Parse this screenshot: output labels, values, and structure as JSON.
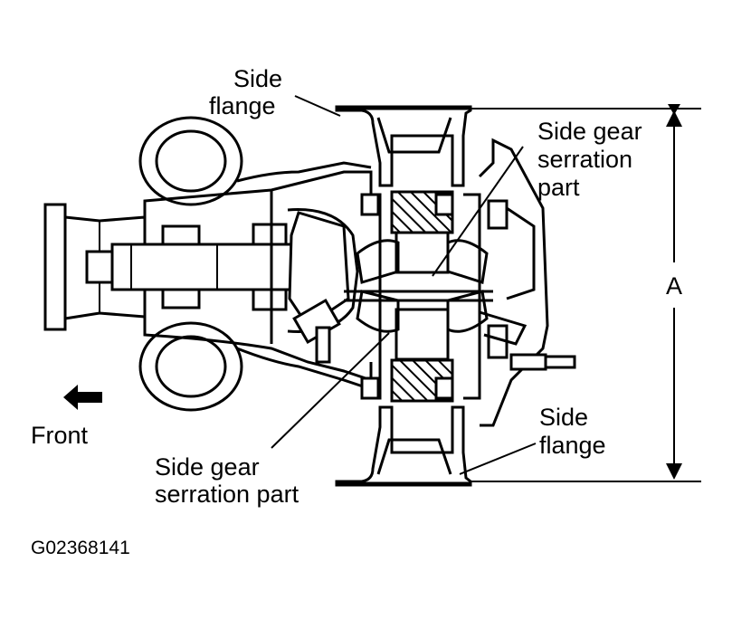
{
  "labels": {
    "side_flange_top": [
      "Side",
      "flange"
    ],
    "side_gear_top": [
      "Side gear",
      "serration",
      "part"
    ],
    "dimension": "A",
    "front": "Front",
    "side_flange_bottom": [
      "Side",
      "flange"
    ],
    "side_gear_bottom": [
      "Side gear",
      "serration part"
    ],
    "figure_code": "G02368141"
  },
  "icons": {
    "front_arrow": "left-arrow-icon"
  }
}
